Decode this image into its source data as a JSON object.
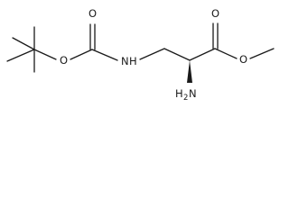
{
  "structure": {
    "atoms": {
      "o_ester_ether": "O",
      "o_carbamate_ether": "O",
      "o_carbamate_carbonyl": "O",
      "o_ester_carbonyl": "O",
      "n_carbamate": "N",
      "n_carbamate_h": "H",
      "amine_h": "H",
      "amine_sub": "2",
      "amine_n": "N"
    }
  }
}
